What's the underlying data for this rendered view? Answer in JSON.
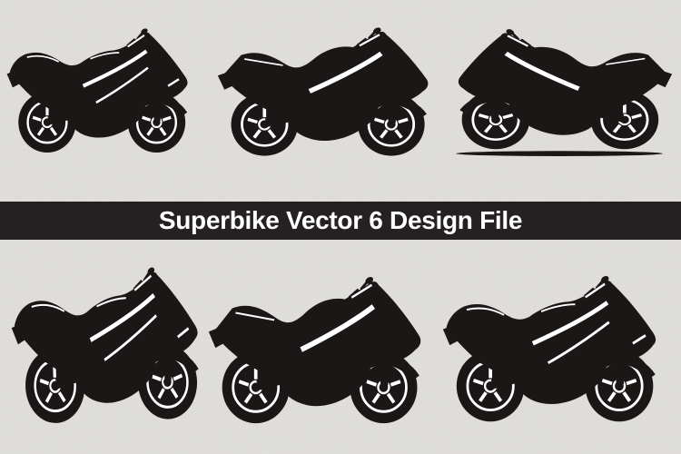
{
  "page": {
    "type": "vector-design-file-preview",
    "background_color": "#eae9e6",
    "texture": "speckled-paper-grain"
  },
  "banner": {
    "label": "Superbike Vector 6 Design File",
    "background_color": "#252122",
    "text_color": "#ffffff"
  },
  "gallery": {
    "rows": 2,
    "columns": 3,
    "item_count": 6,
    "silhouette_color": "#1a1716",
    "detail_color": "#ffffff",
    "items": [
      {
        "id": "superbike-1",
        "row": 1,
        "column": 1,
        "facing": "right",
        "style": "sport-fairing-detailed",
        "ground_shadow": false
      },
      {
        "id": "superbike-2",
        "row": 1,
        "column": 2,
        "facing": "right",
        "style": "sport-solid",
        "ground_shadow": false
      },
      {
        "id": "superbike-3",
        "row": 1,
        "column": 3,
        "facing": "left",
        "style": "sport-solid",
        "ground_shadow": true
      },
      {
        "id": "superbike-4",
        "row": 2,
        "column": 1,
        "facing": "right",
        "style": "sport-fairing-detailed",
        "ground_shadow": false
      },
      {
        "id": "superbike-5",
        "row": 2,
        "column": 2,
        "facing": "right",
        "style": "sport-solid",
        "ground_shadow": false
      },
      {
        "id": "superbike-6",
        "row": 2,
        "column": 3,
        "facing": "right",
        "style": "sport-fairing-detailed",
        "ground_shadow": false
      }
    ]
  }
}
